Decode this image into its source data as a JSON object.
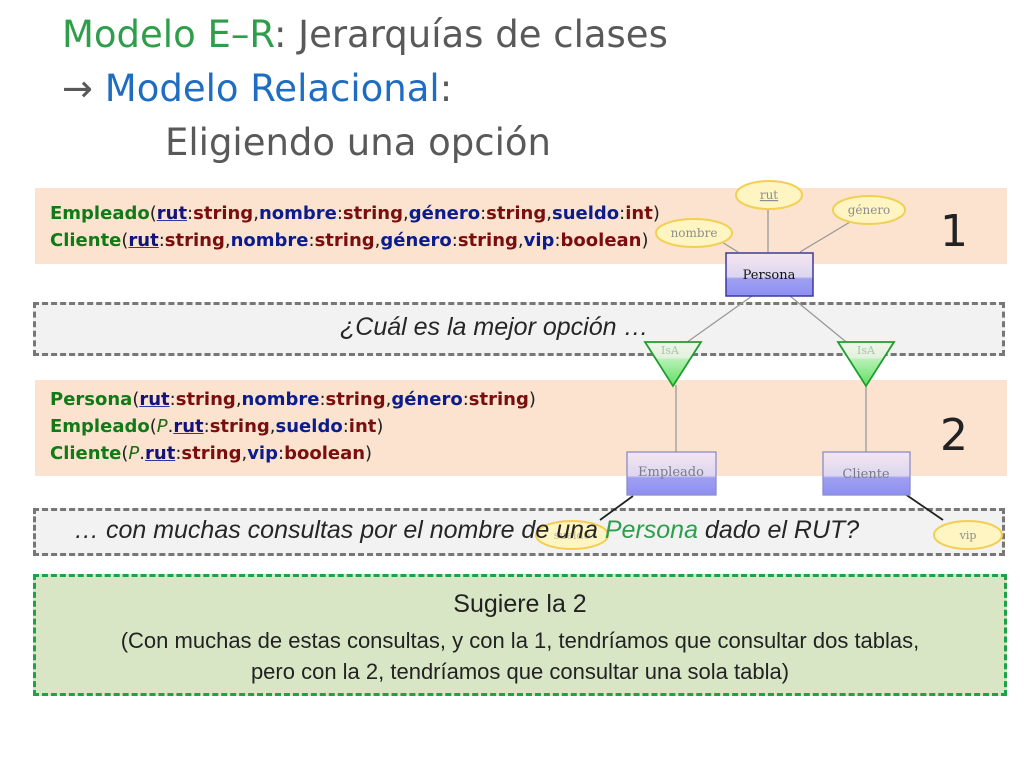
{
  "title": {
    "line1_green": "Modelo E–R",
    "line1_rest": ": Jerarquías de clases",
    "line2_arrow": "→ ",
    "line2_blue": "Modelo Relacional",
    "line2_rest": ":",
    "line3": "Eligiendo una opción"
  },
  "option1": {
    "number": "1",
    "empleado": {
      "name": "Empleado",
      "a1": "rut",
      "t1": "string",
      "a2": "nombre",
      "t2": "string",
      "a3": "género",
      "t3": "string",
      "a4": "sueldo",
      "t4": "int"
    },
    "cliente": {
      "name": "Cliente",
      "a1": "rut",
      "t1": "string",
      "a2": "nombre",
      "t2": "string",
      "a3": "género",
      "t3": "string",
      "a4": "vip",
      "t4": "boolean"
    }
  },
  "option2": {
    "number": "2",
    "persona": {
      "name": "Persona",
      "a1": "rut",
      "t1": "string",
      "a2": "nombre",
      "t2": "string",
      "a3": "género",
      "t3": "string"
    },
    "empleado": {
      "name": "Empleado",
      "prefix": "P",
      "a1": "rut",
      "t1": "string",
      "a2": "sueldo",
      "t2": "int"
    },
    "cliente": {
      "name": "Cliente",
      "prefix": "P",
      "a1": "rut",
      "t1": "string",
      "a2": "vip",
      "t2": "boolean"
    }
  },
  "question1": "¿Cuál es la mejor opción …",
  "question2": {
    "part1": "… con muchas consultas por el nombre de una ",
    "highlight": "Persona",
    "part2": " dado el RUT?"
  },
  "answer": {
    "headline": "Sugiere la 2",
    "line2": "(Con muchas de estas consultas, y con la 1, tendríamos que consultar dos tablas,",
    "line3": "pero con la 2, tendríamos que consultar una sola tabla)"
  },
  "diagram": {
    "entity_top": "Persona",
    "entity_left": "Empleado",
    "entity_right": "Cliente",
    "attr_rut": "rut",
    "attr_nombre": "nombre",
    "attr_genero": "género",
    "attr_sueldo": "sueldo",
    "attr_vip": "vip",
    "isa_left": "IsA",
    "isa_right": "IsA"
  }
}
